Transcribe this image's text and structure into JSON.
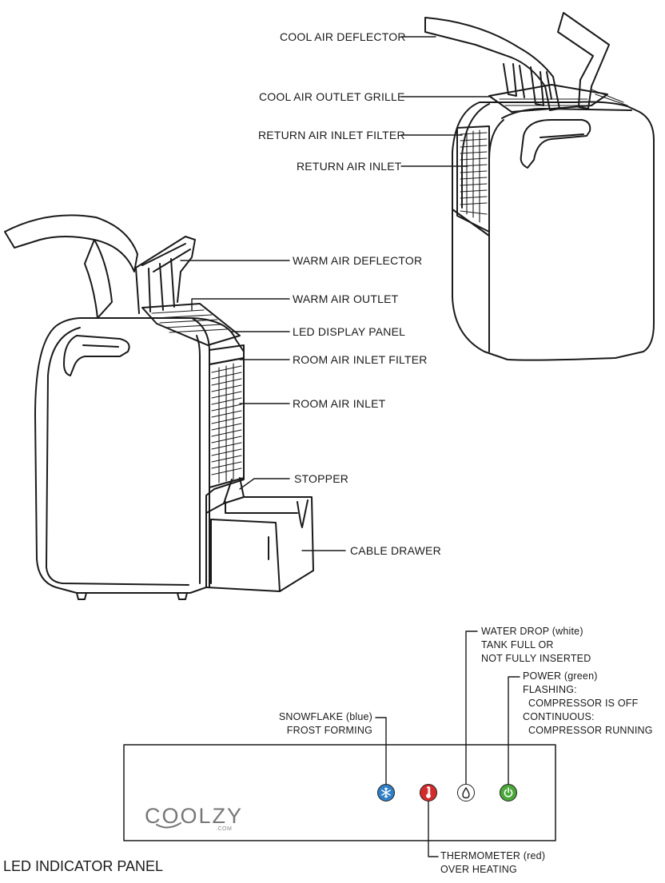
{
  "labels": {
    "cool_air_deflector": "COOL AIR DEFLECTOR",
    "cool_air_outlet_grille": "COOL AIR OUTLET GRILLE",
    "return_air_inlet_filter": "RETURN AIR INLET FILTER",
    "return_air_inlet": "RETURN AIR INLET",
    "warm_air_deflector": "WARM AIR DEFLECTOR",
    "warm_air_outlet": "WARM AIR OUTLET",
    "led_display_panel": "LED DISPLAY PANEL",
    "room_air_inlet_filter": "ROOM AIR INLET FILTER",
    "room_air_inlet": "ROOM AIR INLET",
    "stopper": "STOPPER",
    "cable_drawer": "CABLE DRAWER"
  },
  "indicators": {
    "water_drop": [
      "WATER DROP (white)",
      "TANK FULL OR",
      "NOT FULLY INSERTED"
    ],
    "power": [
      "POWER (green)",
      "FLASHING:",
      "COMPRESSOR IS OFF",
      "CONTINUOUS:",
      "COMPRESSOR RUNNING"
    ],
    "snowflake": [
      "SNOWFLAKE (blue)",
      "FROST FORMING"
    ],
    "thermometer": [
      "THERMOMETER (red)",
      "OVER HEATING"
    ]
  },
  "panel": {
    "title": "LED INDICATOR PANEL",
    "logo": "COOLZY",
    "logo_sub": ".COM"
  },
  "colors": {
    "snowflake": "#2f7fc6",
    "thermometer": "#d42a2a",
    "water_drop": "#ffffff",
    "power": "#4aa83a"
  },
  "icons": [
    "snowflake-icon",
    "thermometer-icon",
    "water-drop-icon",
    "power-icon"
  ]
}
